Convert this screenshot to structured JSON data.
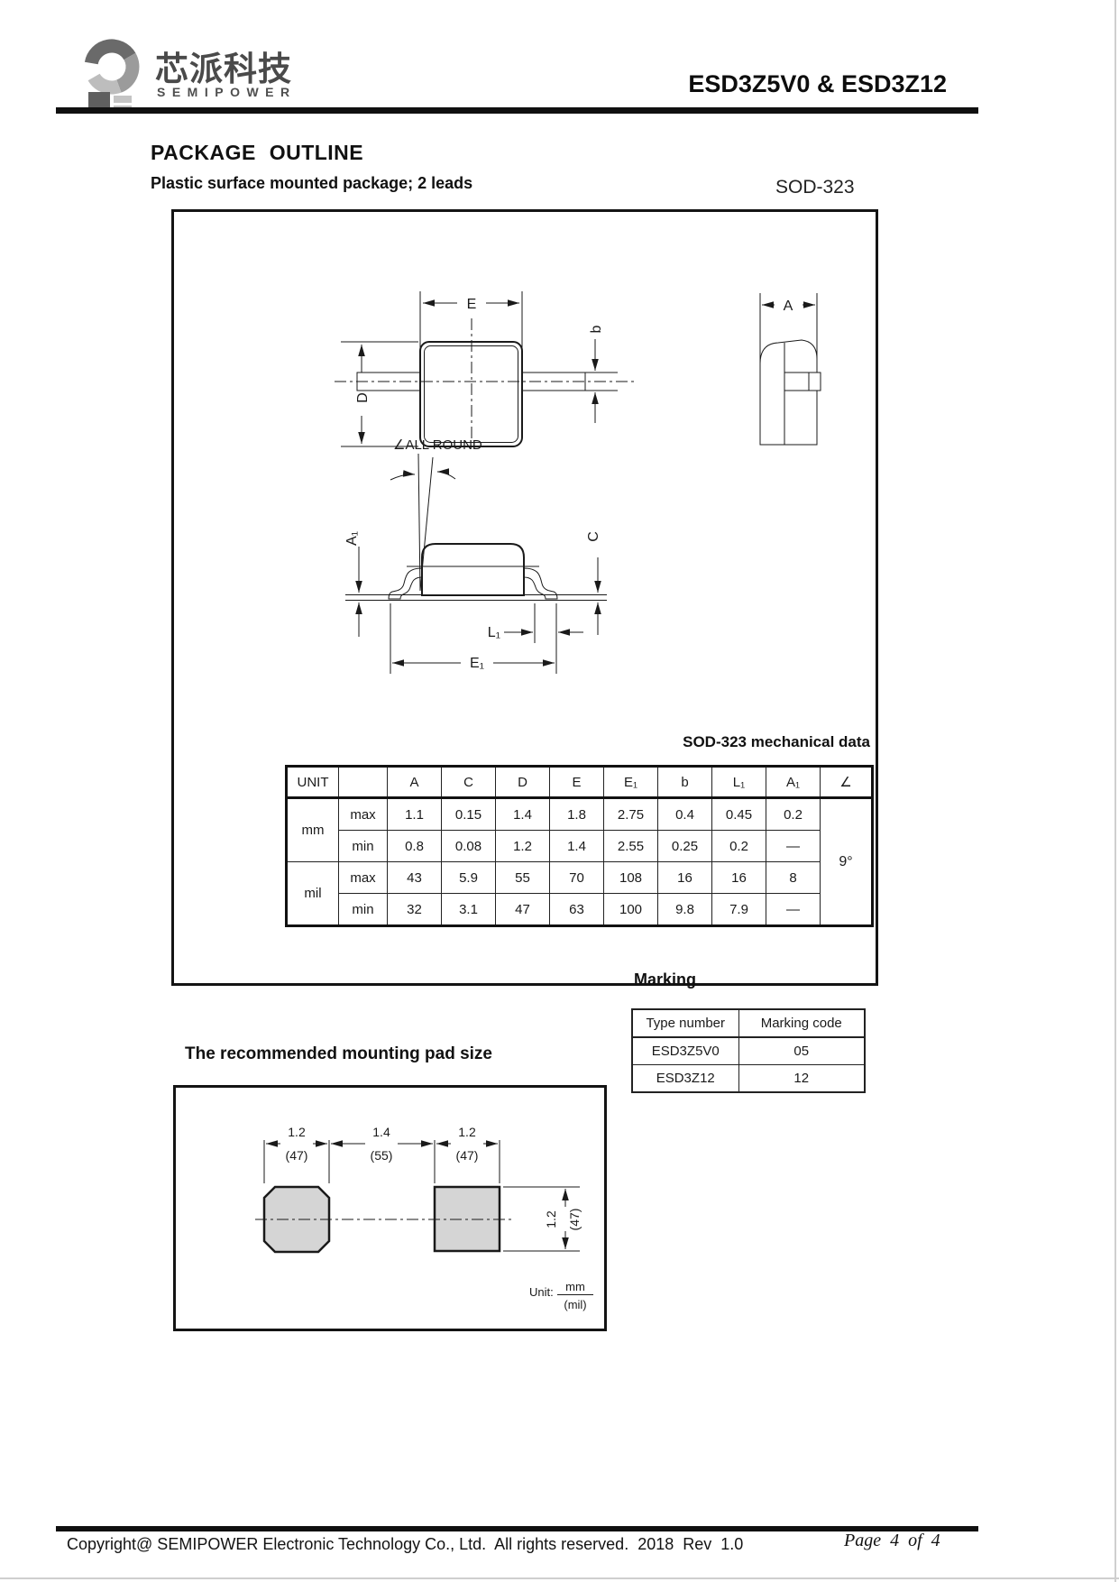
{
  "header": {
    "logo_chinese": "芯派科技",
    "logo_english": "SEMIPOWER",
    "doc_title": "ESD3Z5V0 & ESD3Z12"
  },
  "package_outline": {
    "title": "PACKAGE OUTLINE",
    "subtitle": "Plastic surface mounted package; 2 leads",
    "package_name": "SOD-323",
    "dim_labels": {
      "E": "E",
      "D": "D",
      "b": "b",
      "A": "A",
      "A1": "A₁",
      "C": "C",
      "L1": "L₁",
      "E1": "E₁",
      "all_round": "∠ALL ROUND"
    }
  },
  "mech_table": {
    "caption": "SOD-323 mechanical data",
    "col_unit": "UNIT",
    "cols": [
      "A",
      "C",
      "D",
      "E",
      "E₁",
      "b",
      "L₁",
      "A₁",
      "∠"
    ],
    "mm_label": "mm",
    "mil_label": "mil",
    "rows": {
      "mm_max": {
        "limit": "max",
        "v": [
          "1.1",
          "0.15",
          "1.4",
          "1.8",
          "2.75",
          "0.4",
          "0.45",
          "0.2"
        ]
      },
      "mm_min": {
        "limit": "min",
        "v": [
          "0.8",
          "0.08",
          "1.2",
          "1.4",
          "2.55",
          "0.25",
          "0.2",
          "—"
        ]
      },
      "mil_max": {
        "limit": "max",
        "v": [
          "43",
          "5.9",
          "55",
          "70",
          "108",
          "16",
          "16",
          "8"
        ]
      },
      "mil_min": {
        "limit": "min",
        "v": [
          "32",
          "3.1",
          "47",
          "63",
          "100",
          "9.8",
          "7.9",
          "—"
        ]
      }
    },
    "angle": "9°"
  },
  "pad": {
    "title": "The recommended mounting pad size",
    "dim_h1": "1.2",
    "dim_h1_mil": "(47)",
    "dim_h2": "1.4",
    "dim_h2_mil": "(55)",
    "dim_h3": "1.2",
    "dim_h3_mil": "(47)",
    "dim_v": "1.2",
    "dim_v_mil": "(47)",
    "unit_label": "Unit:",
    "unit_top": "mm",
    "unit_bottom": "(mil)"
  },
  "marking": {
    "title": "Marking",
    "headers": [
      "Type number",
      "Marking code"
    ],
    "rows": [
      [
        "ESD3Z5V0",
        "05"
      ],
      [
        "ESD3Z12",
        "12"
      ]
    ]
  },
  "footer": {
    "copyright": "Copyright@ SEMIPOWER Electronic Technology Co., Ltd.  All rights reserved.  2018  Rev  1.0",
    "page": "Page  4  of  4"
  }
}
